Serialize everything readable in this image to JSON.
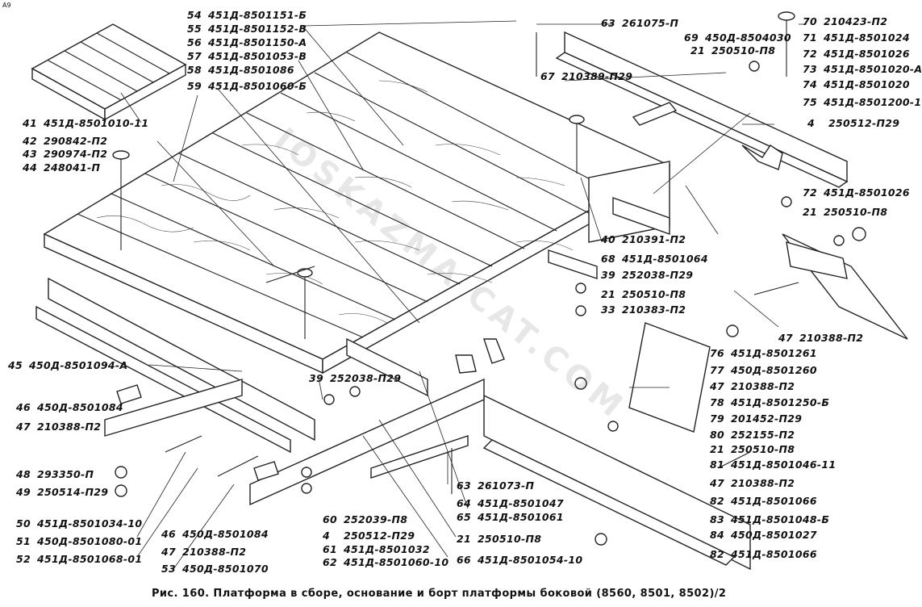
{
  "corner_mark": "A9",
  "watermark": "IOSKAZMA CAT.COM",
  "caption": "Рис. 160. Платформа в сборе, основание и борт платформы боковой (8560, 8501, 8502)/2",
  "labels": [
    {
      "num": "54",
      "part": "451Д-8501151-Б"
    },
    {
      "num": "55",
      "part": "451Д-8501152-В"
    },
    {
      "num": "56",
      "part": "451Д-8501150-А"
    },
    {
      "num": "57",
      "part": "451Д-8501053-В"
    },
    {
      "num": "58",
      "part": "451Д-8501086"
    },
    {
      "num": "59",
      "part": "451Д-8501060-Б"
    },
    {
      "num": "63",
      "part": "261075-П"
    },
    {
      "num": "69",
      "part": "450Д-8504030"
    },
    {
      "num": "21",
      "part": "250510-П8"
    },
    {
      "num": "67",
      "part": "210389-П29"
    },
    {
      "num": "70",
      "part": "210423-П2"
    },
    {
      "num": "71",
      "part": "451Д-8501024"
    },
    {
      "num": "72",
      "part": "451Д-8501026"
    },
    {
      "num": "73",
      "part": "451Д-8501020-А"
    },
    {
      "num": "74",
      "part": "451Д-8501020"
    },
    {
      "num": "75",
      "part": "451Д-8501200-11"
    },
    {
      "num": "4",
      "part": "250512-П29"
    },
    {
      "num": "72",
      "part": "451Д-8501026"
    },
    {
      "num": "21",
      "part": "250510-П8"
    },
    {
      "num": "41",
      "part": "451Д-8501010-11"
    },
    {
      "num": "42",
      "part": "290842-П2"
    },
    {
      "num": "43",
      "part": "290974-П2"
    },
    {
      "num": "44",
      "part": "248041-П"
    },
    {
      "num": "40",
      "part": "210391-П2"
    },
    {
      "num": "68",
      "part": "451Д-8501064"
    },
    {
      "num": "39",
      "part": "252038-П29"
    },
    {
      "num": "21",
      "part": "250510-П8"
    },
    {
      "num": "33",
      "part": "210383-П2"
    },
    {
      "num": "47",
      "part": "210388-П2"
    },
    {
      "num": "76",
      "part": "451Д-8501261"
    },
    {
      "num": "77",
      "part": "450Д-8501260"
    },
    {
      "num": "47",
      "part": "210388-П2"
    },
    {
      "num": "78",
      "part": "451Д-8501250-Б"
    },
    {
      "num": "79",
      "part": "201452-П29"
    },
    {
      "num": "80",
      "part": "252155-П2"
    },
    {
      "num": "21",
      "part": "250510-П8"
    },
    {
      "num": "81",
      "part": "451Д-8501046-11"
    },
    {
      "num": "47",
      "part": "210388-П2"
    },
    {
      "num": "82",
      "part": "451Д-8501066"
    },
    {
      "num": "83",
      "part": "451Д-8501048-Б"
    },
    {
      "num": "84",
      "part": "450Д-8501027"
    },
    {
      "num": "82",
      "part": "451Д-8501066"
    },
    {
      "num": "45",
      "part": "450Д-8501094-А"
    },
    {
      "num": "39",
      "part": "252038-П29"
    },
    {
      "num": "46",
      "part": "450Д-8501084"
    },
    {
      "num": "47",
      "part": "210388-П2"
    },
    {
      "num": "48",
      "part": "293350-П"
    },
    {
      "num": "49",
      "part": "250514-П29"
    },
    {
      "num": "63",
      "part": "261073-П"
    },
    {
      "num": "64",
      "part": "451Д-8501047"
    },
    {
      "num": "65",
      "part": "451Д-8501061"
    },
    {
      "num": "60",
      "part": "252039-П8"
    },
    {
      "num": "4",
      "part": "250512-П29"
    },
    {
      "num": "61",
      "part": "451Д-8501032"
    },
    {
      "num": "62",
      "part": "451Д-8501060-10"
    },
    {
      "num": "21",
      "part": "250510-П8"
    },
    {
      "num": "66",
      "part": "451Д-8501054-10"
    },
    {
      "num": "50",
      "part": "451Д-8501034-10"
    },
    {
      "num": "51",
      "part": "450Д-8501080-01"
    },
    {
      "num": "52",
      "part": "451Д-8501068-01"
    },
    {
      "num": "46",
      "part": "450Д-8501084"
    },
    {
      "num": "47",
      "part": "210388-П2"
    },
    {
      "num": "53",
      "part": "450Д-8501070"
    }
  ]
}
